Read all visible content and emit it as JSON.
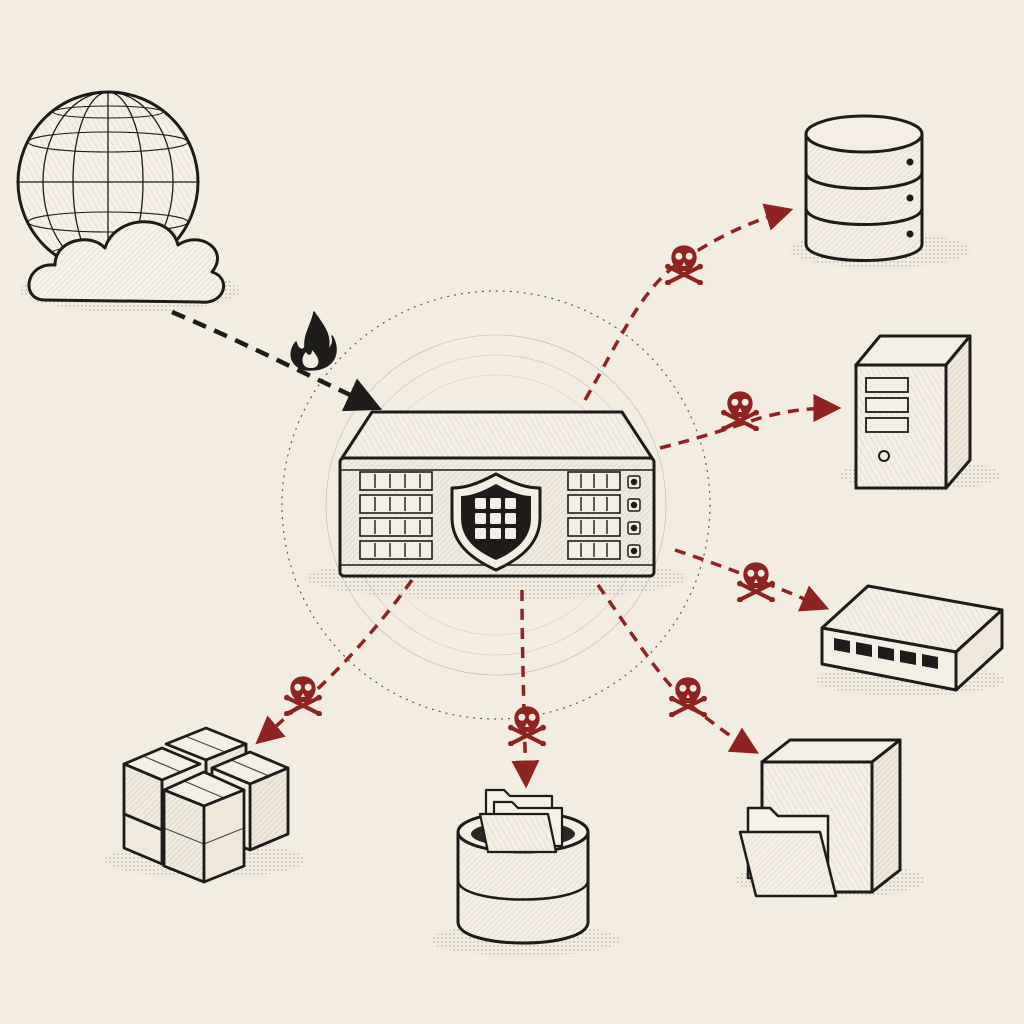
{
  "diagram": {
    "background_color": "#f3ece0",
    "ink_color": "#1e1c1a",
    "threat_color": "#8e2320",
    "central_node": {
      "kind": "firewall-appliance",
      "icon": "shield-grid-icon"
    },
    "source": {
      "kind": "internet",
      "icons": [
        "globe-icon",
        "cloud-icon"
      ],
      "attack_icon": "flame-icon"
    },
    "targets": [
      {
        "id": "database",
        "icon": "database-icon"
      },
      {
        "id": "tower-server",
        "icon": "tower-server-icon"
      },
      {
        "id": "network-switch",
        "icon": "network-switch-icon"
      },
      {
        "id": "file-storage",
        "icon": "file-storage-icon"
      },
      {
        "id": "file-bucket",
        "icon": "file-bucket-icon"
      },
      {
        "id": "container-cubes",
        "icon": "cubes-icon"
      }
    ],
    "threat_marker_icon": "skull-crossbones-icon",
    "threat_arrow_count": 6
  }
}
